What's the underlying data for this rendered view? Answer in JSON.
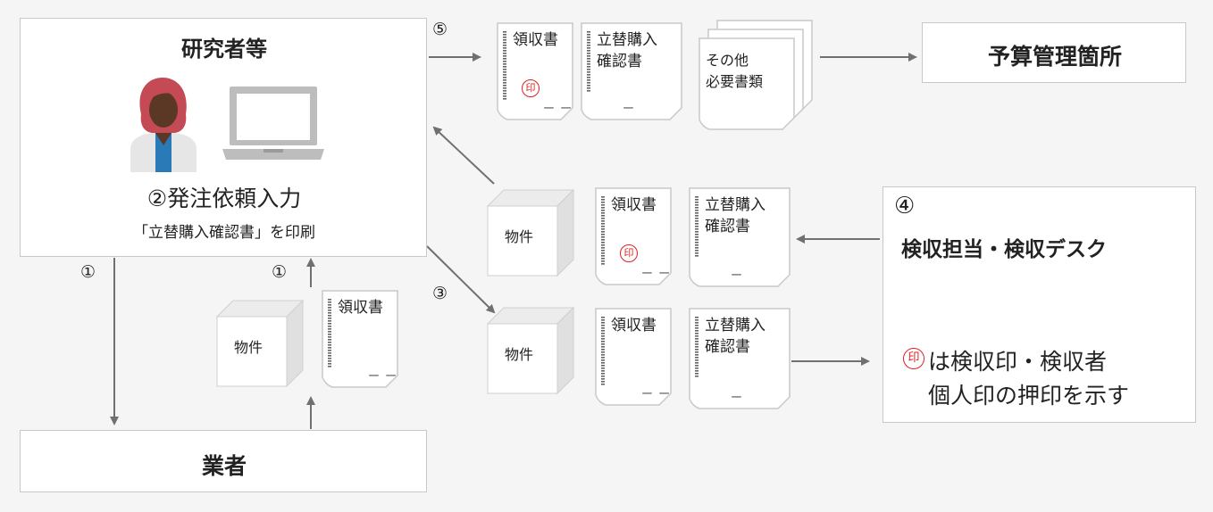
{
  "researcher": {
    "title": "研究者等",
    "step": "②発注依頼入力",
    "sub": "「立替購入確認書」を印刷"
  },
  "vendor": {
    "title": "業者"
  },
  "budget": {
    "title": "予算管理箇所"
  },
  "inspection": {
    "step": "④",
    "title": "検収担当・検収デスク",
    "note_line1": "は検収印・検収者",
    "note_line2": "個人印の押印を示す",
    "seal": "印"
  },
  "steps": {
    "s1_left": "①",
    "s1_right": "①",
    "s3": "③",
    "s5": "⑤"
  },
  "docs": {
    "receipt": "領収書",
    "confirm": "立替購入\n確認書",
    "other": "その他\n必要書類",
    "seal": "印",
    "dash_double": "ー ー",
    "dash_single": "ー"
  },
  "goods": {
    "label": "物件"
  },
  "colors": {
    "arrow": "#707070",
    "border": "#c8c8c8",
    "seal": "#e02020",
    "skin": "#5a3825",
    "hair": "#c44a55",
    "shirt": "#2a7ab8"
  }
}
